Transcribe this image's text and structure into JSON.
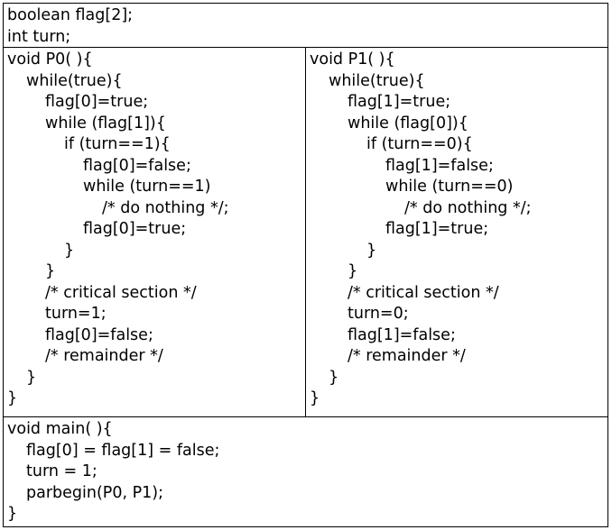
{
  "declarations": [
    "boolean flag[2];",
    "int turn;"
  ],
  "p0_code": [
    "void P0( ){",
    "while(true){",
    "flag[0]=true;",
    "while (flag[1]){",
    "if (turn==1){",
    "flag[0]=false;",
    "while (turn==1)",
    "/* do nothing */;",
    "flag[0]=true;",
    "}",
    "}",
    "/* critical section */",
    "turn=1;",
    "flag[0]=false;",
    "/* remainder */",
    "}",
    "}"
  ],
  "p1_code": [
    "void P1( ){",
    "while(true){",
    "flag[1]=true;",
    "while (flag[0]){",
    "if (turn==0){",
    "flag[1]=false;",
    "while (turn==0)",
    "/* do nothing */;",
    "flag[1]=true;",
    "}",
    "}",
    "/* critical section */",
    "turn=0;",
    "flag[1]=false;",
    "/* remainder */",
    "}",
    "}"
  ],
  "main_code": [
    "void main( ){",
    "flag[0] = flag[1] = false;",
    "turn = 1;",
    "parbegin(P0, P1);",
    "}"
  ]
}
